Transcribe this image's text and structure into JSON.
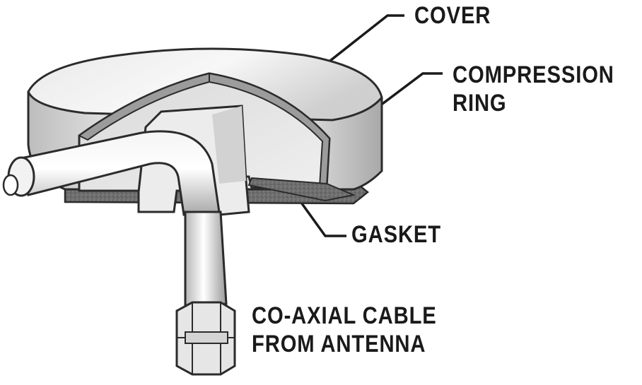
{
  "labels": {
    "cover": "COVER",
    "compression_ring": [
      "COMPRESSION",
      "RING"
    ],
    "gasket": "GASKET",
    "coaxial_cable": [
      "CO-AXIAL CABLE",
      "FROM ANTENNA"
    ]
  }
}
